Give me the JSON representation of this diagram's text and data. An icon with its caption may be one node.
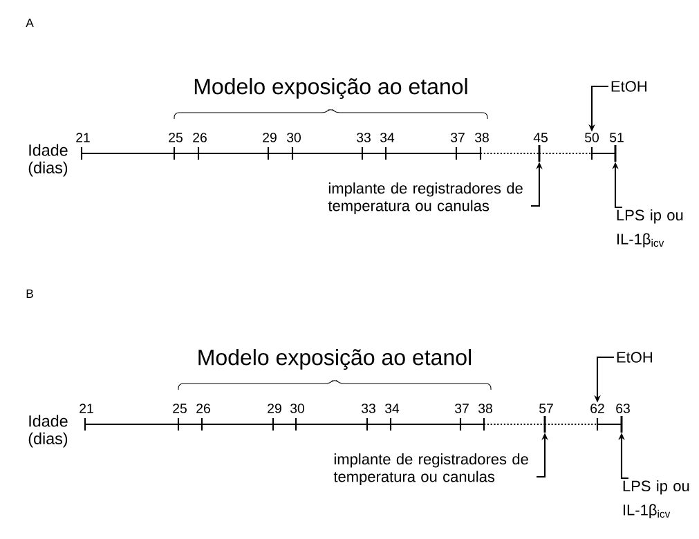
{
  "diagram": {
    "nodes": [
      {
        "text": [
          "EtOH"
        ]
      },
      {
        "text": [
          "50"
        ]
      },
      {
        "text": [],
        "shape": "bar"
      },
      {
        "text": [],
        "shape": "bar"
      },
      {
        "text": [
          "implante de registradores de temperatura ou canulas"
        ]
      },
      {
        "text": [
          "LPS ip ou IL-1β$_{icv}$"
        ]
      },
      {
        "text": [
          "EtOH"
        ]
      },
      {
        "text": [
          "62"
        ]
      },
      {
        "text": [],
        "shape": "bar"
      },
      {
        "text": [],
        "shape": "bar"
      },
      {
        "text": [
          "implante de registradores de temperatura ou canulas"
        ]
      },
      {
        "text": [
          "LPS ip ou IL-1β$_{icv}$"
        ]
      }
    ],
    "edges": [
      {
        "from": 0,
        "to": 1,
        "arrow": "to"
      },
      {
        "from": 4,
        "to": 2,
        "arrow": "to"
      },
      {
        "from": 5,
        "to": 3,
        "arrow": "to"
      },
      {
        "from": 6,
        "to": 7,
        "arrow": "to"
      },
      {
        "from": 10,
        "to": 8,
        "arrow": "to"
      },
      {
        "from": 11,
        "to": 9,
        "arrow": "to"
      }
    ],
    "labels": [
      "A",
      "Modelo exposição ao etanol",
      "Idade (dias)",
      "21",
      "25",
      "26",
      "29",
      "30",
      "33",
      "34",
      "37",
      "38",
      "45",
      "51",
      "B",
      "Modelo exposição ao etanol",
      "Idade (dias)",
      "21",
      "25",
      "26",
      "29",
      "30",
      "33",
      "34",
      "37",
      "38",
      "57",
      "63"
    ]
  }
}
